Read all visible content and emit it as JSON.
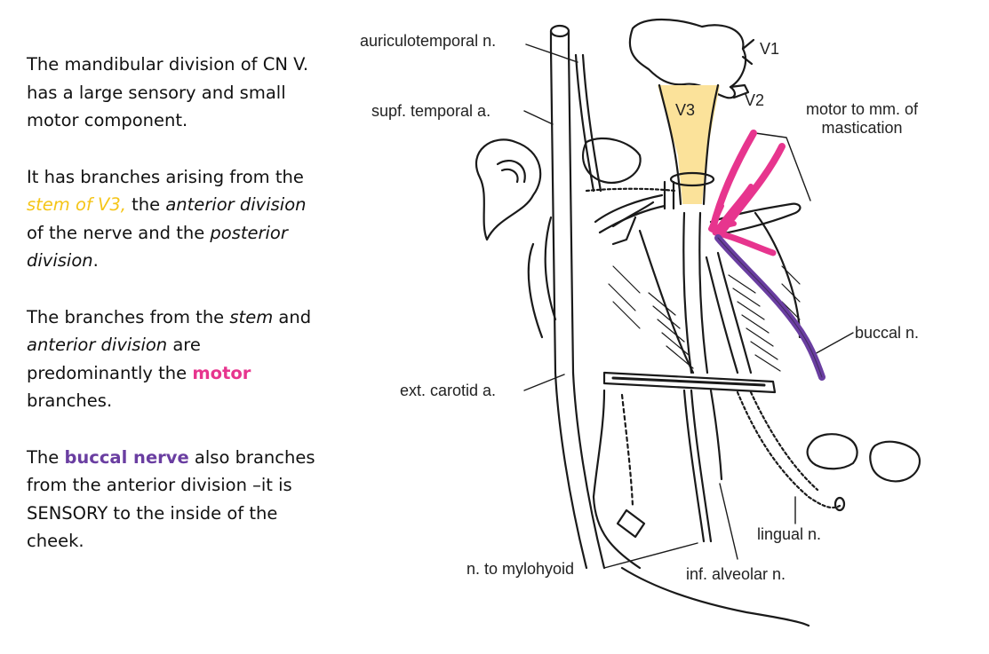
{
  "text": {
    "p1": "The mandibular division of CN V. has a large sensory and small motor component.",
    "p2_a": "It has branches arising from the ",
    "p2_stem": "stem of V3,",
    "p2_b": " the ",
    "p2_ant": "anterior division",
    "p2_c": " of the nerve and the ",
    "p2_post": "posterior division",
    "p2_d": ".",
    "p3_a": "The branches from the ",
    "p3_stem": "stem",
    "p3_b": " and ",
    "p3_ant": "anterior division",
    "p3_c": " are predominantly the ",
    "p3_motor": "motor",
    "p3_d": " branches.",
    "p4_a": "The ",
    "p4_buccal": "buccal nerve",
    "p4_b": " also branches from the anterior division –it is SENSORY to the inside of the cheek."
  },
  "labels": {
    "auriculotemporal": "auriculotemporal n.",
    "v1": "V1",
    "v2": "V2",
    "v3": "V3",
    "supf_temporal": "supf. temporal a.",
    "motor_1": "motor to mm. of",
    "motor_2": "mastication",
    "buccal": "buccal n.",
    "ext_carotid": "ext. carotid a.",
    "lingual": "lingual n.",
    "mylohyoid": "n. to mylohyoid",
    "inf_alveolar": "inf. alveolar n."
  },
  "colors": {
    "stem_highlight": "#f5c518",
    "motor_highlight": "#e7358e",
    "buccal_highlight": "#6a3ea1",
    "v3_fill": "#fbe29a"
  }
}
